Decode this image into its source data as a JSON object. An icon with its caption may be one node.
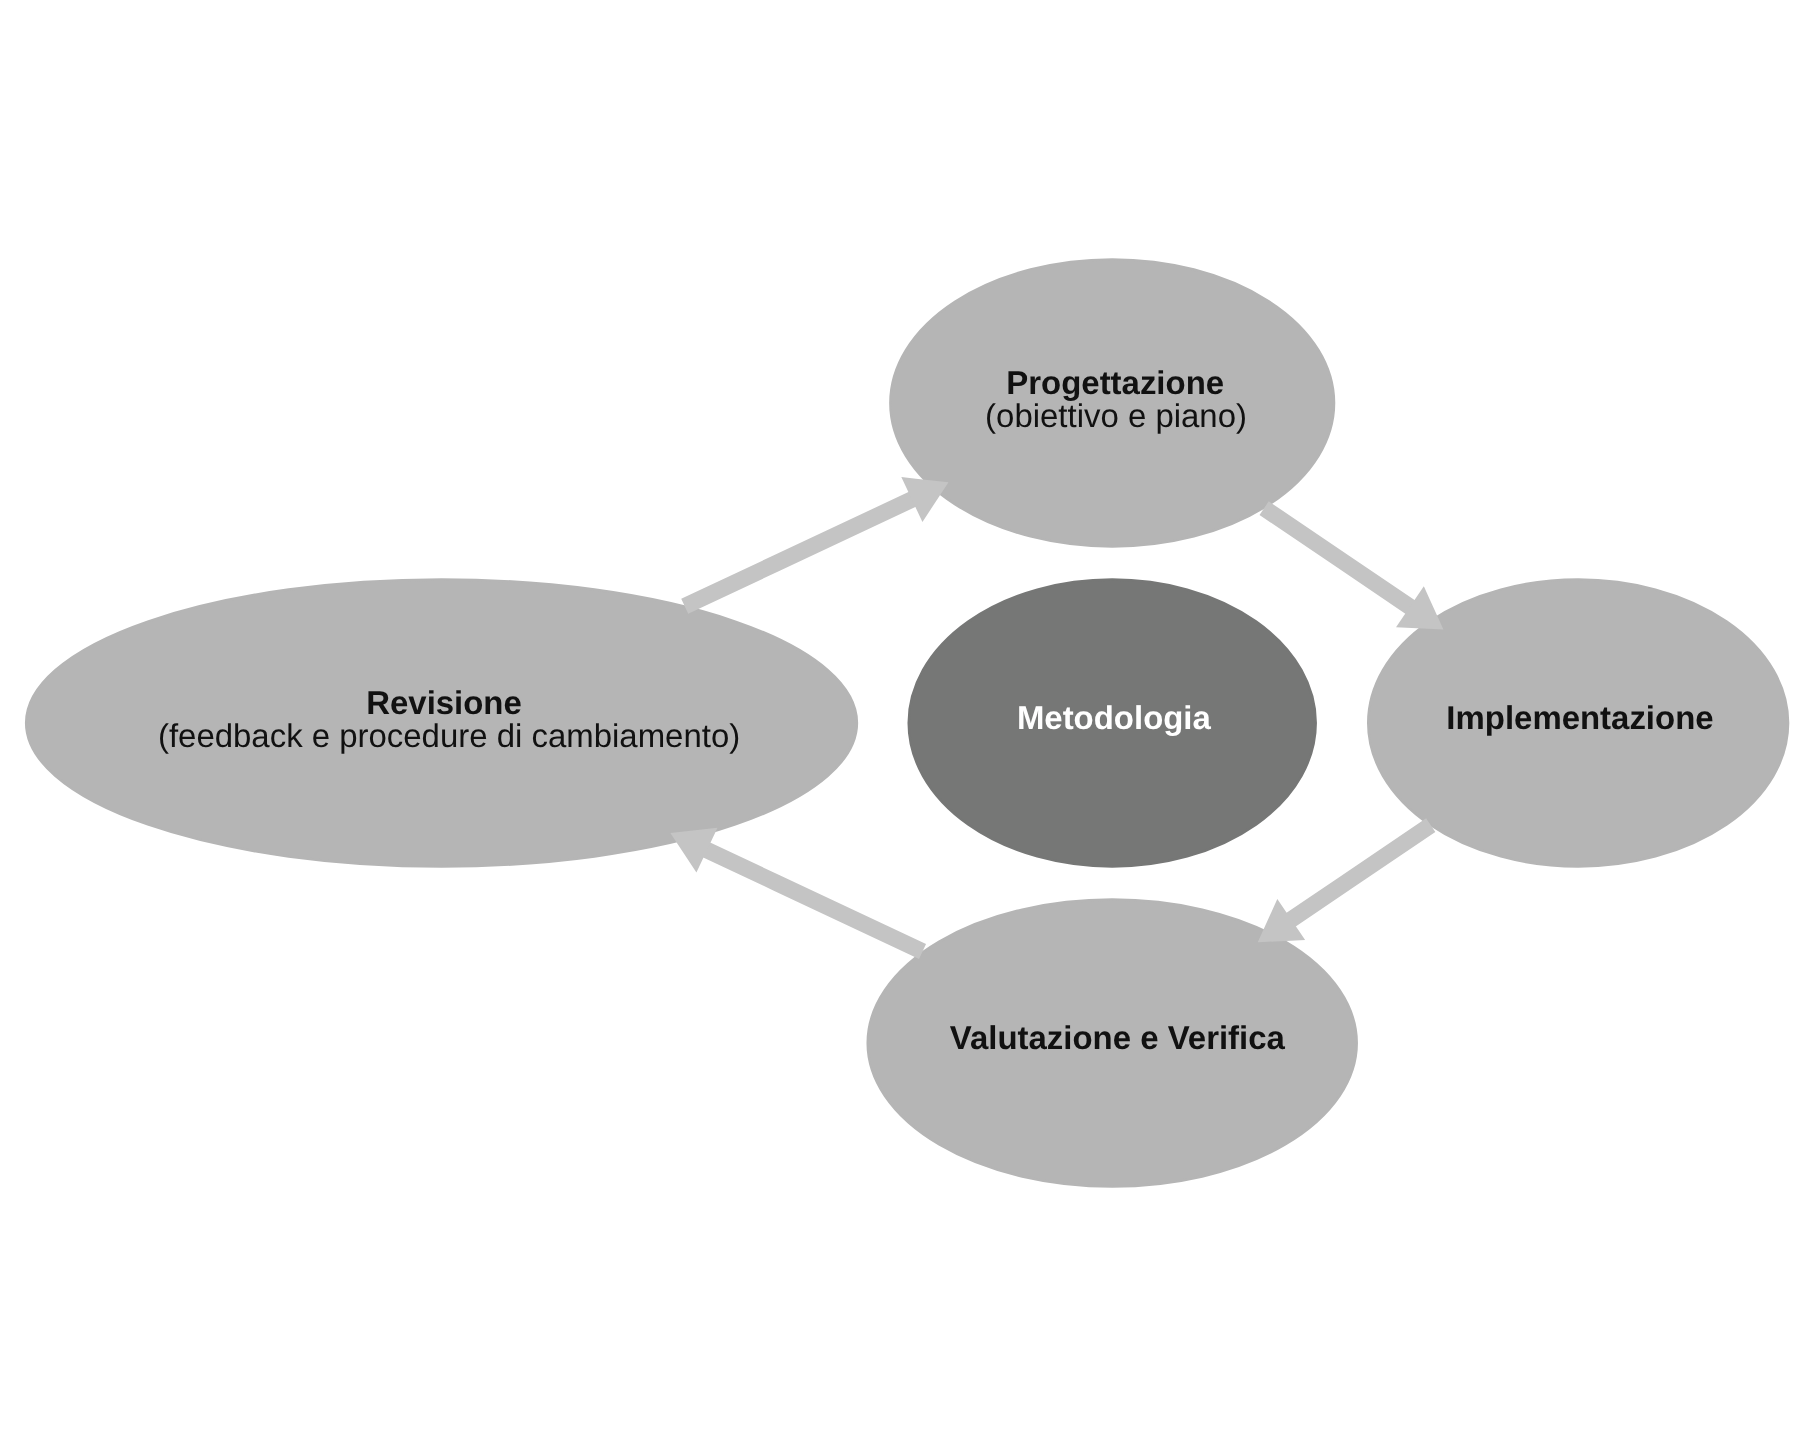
{
  "diagram": {
    "nodes": [
      {
        "text": [
          "Progettazione",
          "(obiettivo e piano)"
        ]
      },
      {
        "text": [
          "Revisione",
          "(feedback e procedure di cambiamento)"
        ]
      },
      {
        "text": [
          "Metodologia"
        ]
      },
      {
        "text": [
          "Implementazione"
        ]
      },
      {
        "text": [
          "Valutazione e Verifica"
        ]
      }
    ],
    "edges": [
      {
        "from": 0,
        "to": 3,
        "arrow": "to"
      },
      {
        "from": 3,
        "to": 4,
        "arrow": "to"
      },
      {
        "from": 4,
        "to": 1,
        "arrow": "to"
      },
      {
        "from": 1,
        "to": 0,
        "arrow": "to"
      }
    ]
  }
}
